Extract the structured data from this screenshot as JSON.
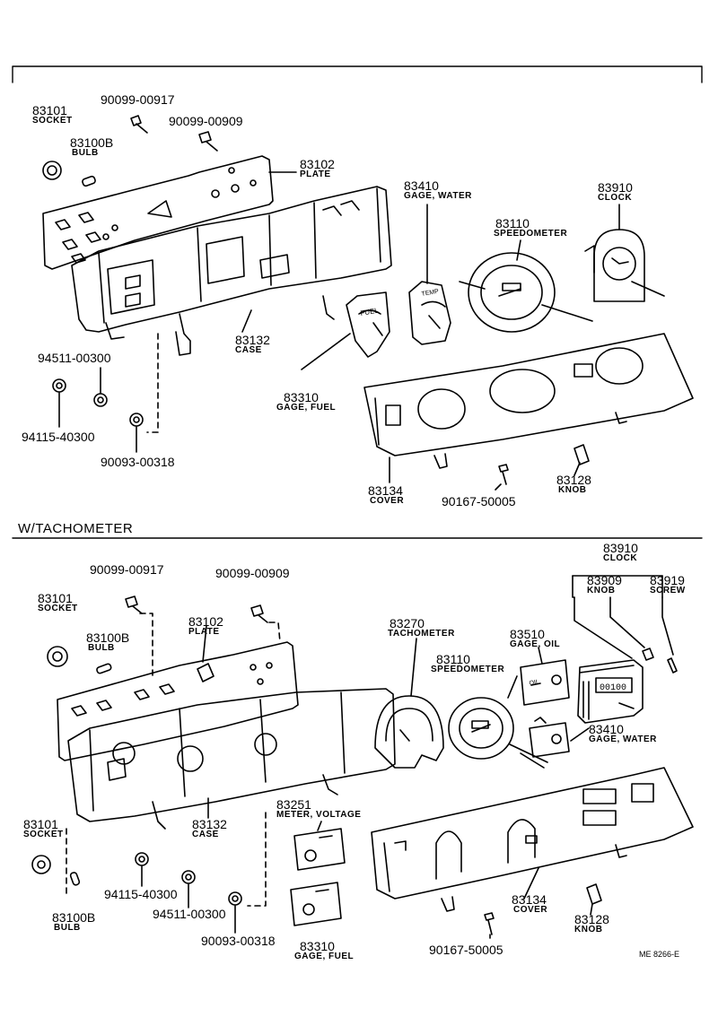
{
  "section_header": "W/TACHOMETER",
  "drawing_code": "ME 8266-E",
  "part_labels": {
    "socket_num": "83101",
    "socket_name": "SOCKET",
    "bulb_num": "83100B",
    "bulb_name": "BULB",
    "bolt_917": "90099-00917",
    "bolt_909": "90099-00909",
    "plate_num": "83102",
    "plate_name": "PLATE",
    "case_num": "83132",
    "case_name": "CASE",
    "gage_water_num": "83410",
    "gage_water_name": "GAGE, WATER",
    "speedo_num": "83110",
    "speedo_name": "SPEEDOMETER",
    "clock_num": "83910",
    "clock_name": "CLOCK",
    "gage_fuel_num": "83310",
    "gage_fuel_name": "GAGE, FUEL",
    "cover_num": "83134",
    "cover_name": "COVER",
    "knob_num": "83128",
    "knob_name": "KNOB",
    "screw_50005": "90167-50005",
    "nut_94511": "94511-00300",
    "washer_94115": "94115-40300",
    "nut_90093": "90093-00318",
    "tach_num": "83270",
    "tach_name": "TACHOMETER",
    "gage_oil_num": "83510",
    "gage_oil_name": "GAGE, OIL",
    "clock_knob_num": "83909",
    "clock_knob_name": "KNOB",
    "clock_screw_num": "83919",
    "clock_screw_name": "SCREW",
    "voltage_num": "83251",
    "voltage_name": "METER, VOLTAGE"
  },
  "gauge_face_text": {
    "fuel": "FUEL",
    "temp": "TEMP",
    "oil": "OIL",
    "clock_digits": "00100"
  }
}
